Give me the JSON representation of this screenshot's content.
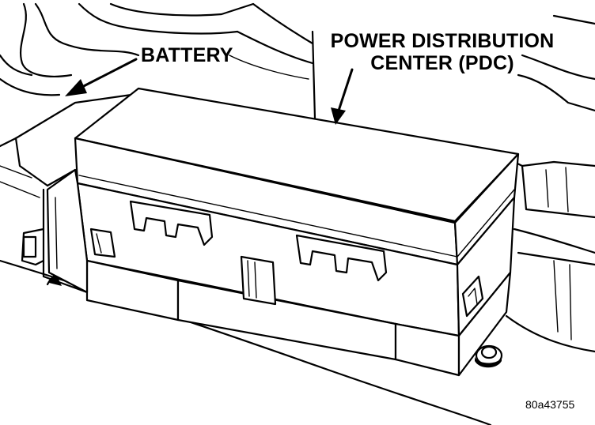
{
  "callouts": {
    "battery": "BATTERY",
    "pdc_line1": "POWER DISTRIBUTION",
    "pdc_line2": "CENTER (PDC)"
  },
  "figure_id": "80a43755"
}
